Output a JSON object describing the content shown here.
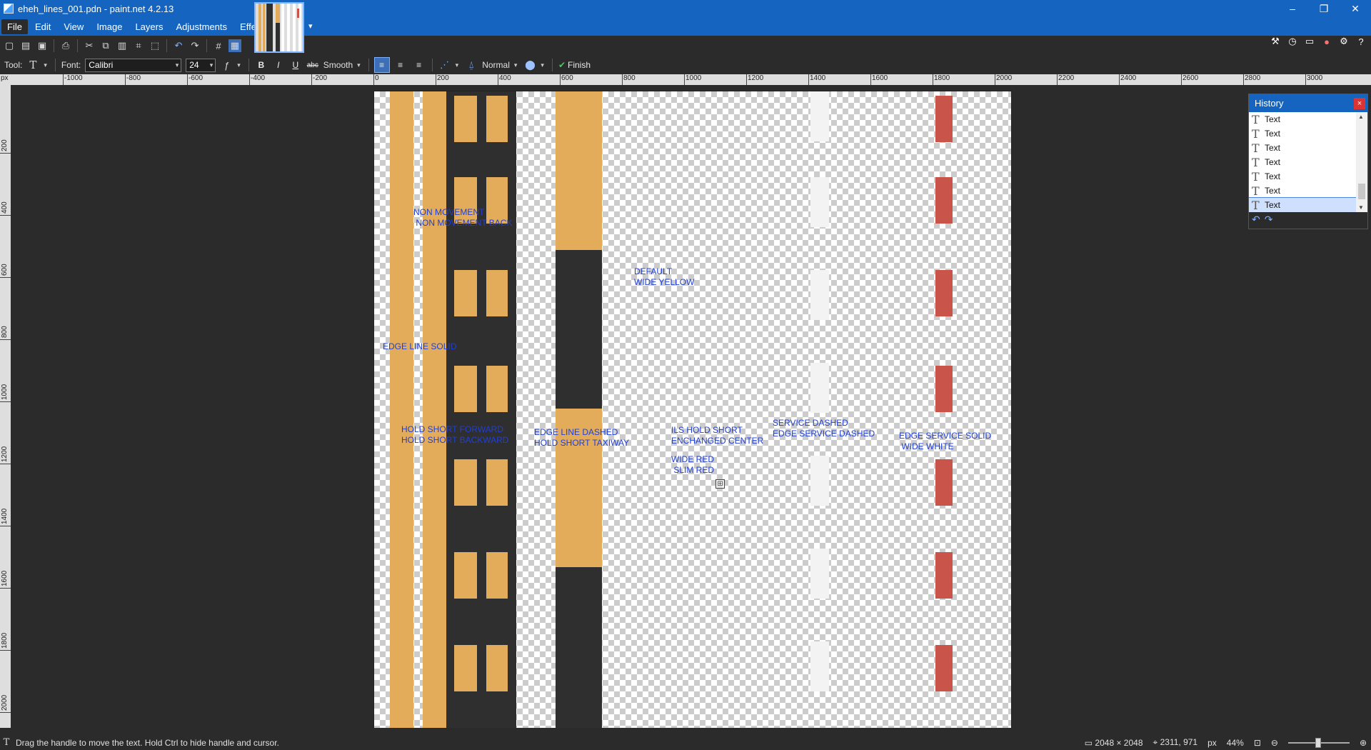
{
  "window": {
    "title": "eheh_lines_001.pdn - paint.net 4.2.13",
    "controls": {
      "minimize": "–",
      "maximize": "❐",
      "close": "✕"
    }
  },
  "menu": {
    "items": [
      {
        "label": "File"
      },
      {
        "label": "Edit"
      },
      {
        "label": "View"
      },
      {
        "label": "Image"
      },
      {
        "label": "Layers"
      },
      {
        "label": "Adjustments"
      },
      {
        "label": "Effects"
      }
    ]
  },
  "toolbar2": {
    "tool_label": "Tool:",
    "font_label": "Font:",
    "font_value": "Calibri",
    "size_value": "24",
    "antialias_value": "Smooth",
    "blend_value": "Normal",
    "finish_label": "Finish"
  },
  "ruler": {
    "unit": "px",
    "h_ticks": [
      "-1000",
      "-800",
      "-600",
      "-400",
      "-200",
      "0",
      "200",
      "400",
      "600",
      "800",
      "1000",
      "1200",
      "1400",
      "1600",
      "1800",
      "2000",
      "2200",
      "2400",
      "2600",
      "2800",
      "3000"
    ],
    "v_ticks": [
      "200",
      "400",
      "600",
      "800",
      "1000",
      "1200",
      "1400",
      "1600",
      "1800",
      "2000"
    ]
  },
  "canvas_labels": [
    "NON MOVEMENT\n NON MOVEMENT BACK",
    "DEFAULT\nWIDE YELLOW",
    "EDGE LINE SOLID",
    "HOLD SHORT FORWARD\nHOLD SHORT BACKWARD",
    "EDGE LINE DASHED\nHOLD SHORT TAXIWAY",
    "ILS HOLD SHORT\nENCHANGED CENTER",
    "SERVICE DASHED\nEDGE SERVICE DASHED",
    "EDGE SERVICE SOLID\n WIDE WHITE",
    "WIDE RED\n SLIM RED"
  ],
  "history": {
    "title": "History",
    "items": [
      "Text",
      "Text",
      "Text",
      "Text",
      "Text",
      "Text",
      "Text"
    ],
    "selected_index": 6
  },
  "status": {
    "hint": "Drag the handle to move the text. Hold Ctrl to hide handle and cursor.",
    "image_size": "2048 × 2048",
    "cursor_pos": "2311, 971",
    "units": "px",
    "zoom": "44%"
  },
  "colors": {
    "accent": "#1565c0",
    "yellow_line": "#e2ac5b",
    "dark_line": "#2f2f2f",
    "red_line": "#c9544a",
    "label_blue": "#1f3fd6"
  }
}
